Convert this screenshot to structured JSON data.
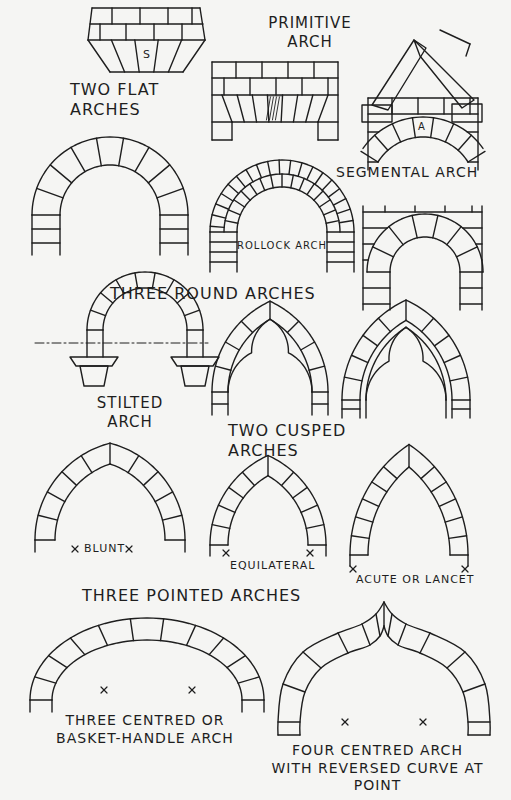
{
  "diagram": {
    "labels": [
      "PRIMITIVE ARCH",
      "TWO FLAT ARCHES",
      "S",
      "SEGMENTAL ARCH",
      "A",
      "THREE ROUND ARCHES",
      "ROLLOCK ARCH",
      "STILTED ARCH",
      "TWO CUSPED ARCHES",
      "BLUNT",
      "EQUILATERAL",
      "ACUTE OR LANCET",
      "THREE POINTED ARCHES",
      "THREE CENTRED OR BASKET-HANDLE ARCH",
      "FOUR CENTRED ARCH WITH REVERSED CURVE AT POINT"
    ]
  }
}
